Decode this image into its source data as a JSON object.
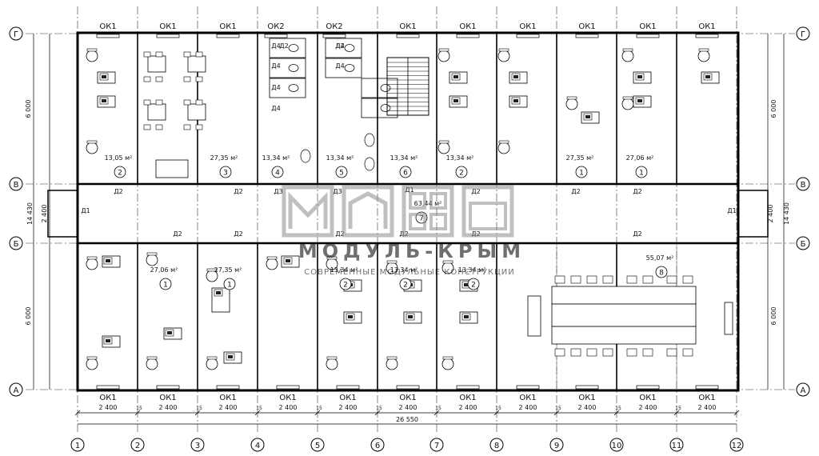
{
  "rows": [
    {
      "label": "Г"
    },
    {
      "label": "В"
    },
    {
      "label": "Б"
    },
    {
      "label": "А"
    }
  ],
  "columns": [
    "1",
    "2",
    "3",
    "4",
    "5",
    "6",
    "7",
    "8",
    "9",
    "10",
    "11",
    "12"
  ],
  "dims": {
    "bay_width": "2 400",
    "gap": "15",
    "overall_width": "26 550",
    "top_depth": "6 000",
    "bottom_depth": "6 000",
    "corridor_width": "2 400",
    "center_total": "14 430",
    "small": "15"
  },
  "windows": {
    "top": [
      "ОК1",
      "ОК1",
      "ОК1",
      "ОК2",
      "ОК2",
      "ОК1",
      "ОК1",
      "ОК1",
      "ОК1",
      "ОК1",
      "ОК1"
    ],
    "bottom": [
      "ОК1",
      "ОК1",
      "ОК1",
      "ОК1",
      "ОК1",
      "ОК1",
      "ОК1",
      "ОК1",
      "ОК1",
      "ОК1",
      "ОК1"
    ]
  },
  "rooms": [
    {
      "area": "13,05 м²",
      "num": "2"
    },
    {
      "area": "27,35 м²",
      "num": "3"
    },
    {
      "area": "13,34 м²",
      "num": "4"
    },
    {
      "area": "13,34 м²",
      "num": "5"
    },
    {
      "area": "13,34 м²",
      "num": "6"
    },
    {
      "area": "13,34 м²",
      "num": "2"
    },
    {
      "area": "27,35 м²",
      "num": "1"
    },
    {
      "area": "27,06 м²",
      "num": "1"
    },
    {
      "area": "63,44 м²",
      "num": "7"
    },
    {
      "area": "27,06 м²",
      "num": "1"
    },
    {
      "area": "27,35 м²",
      "num": "1"
    },
    {
      "area": "13,34 м²",
      "num": "2"
    },
    {
      "area": "13,34 м²",
      "num": "2"
    },
    {
      "area": "13,34 м²",
      "num": "2"
    },
    {
      "area": "55,07 м²",
      "num": "8"
    }
  ],
  "doors": [
    "Д1",
    "Д1",
    "Д1",
    "Д2",
    "Д2",
    "Д2",
    "Д2",
    "Д2",
    "Д2",
    "Д2",
    "Д3",
    "Д3",
    "Д2",
    "Д2",
    "Д2",
    "Д2",
    "Д2",
    "Д2",
    "Д4",
    "Д4",
    "Д4",
    "Д4",
    "Д4",
    "Д4"
  ],
  "watermark": {
    "brand": "МОДУЛЬ-КРЫМ",
    "tagline": "СОВРЕМЕННЫЕ МОДУЛЬНЫЕ КОНСТРУКЦИИ"
  }
}
